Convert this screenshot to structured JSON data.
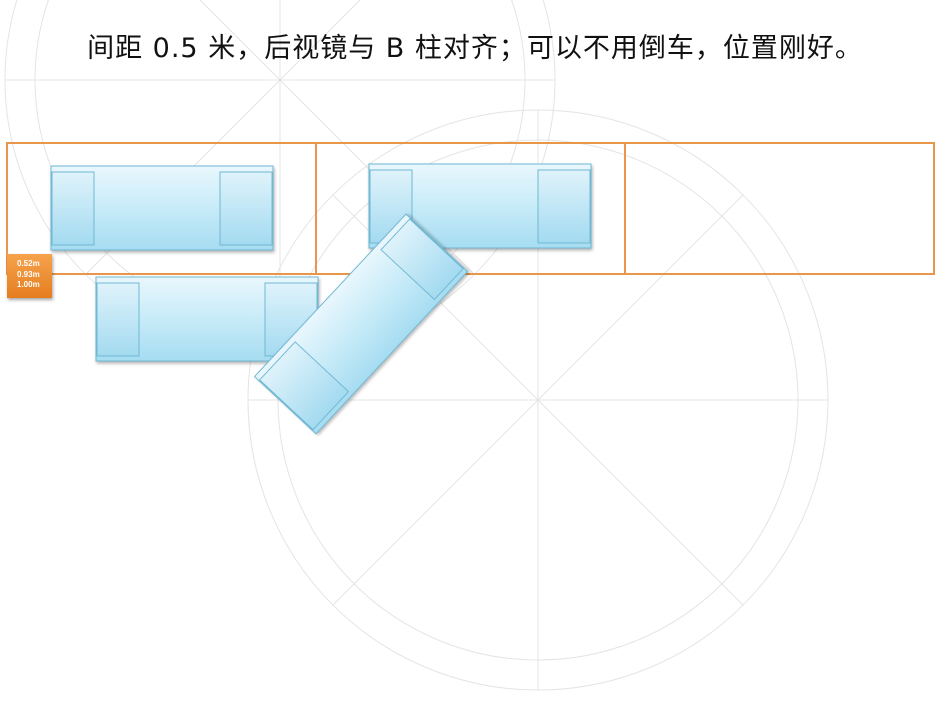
{
  "title": "间距 0.5 米，后视镜与 B 柱对齐；可以不用倒车，位置刚好。",
  "distance_badge": {
    "lines": [
      "0.52m",
      "0.93m",
      "1.00m"
    ]
  },
  "colors": {
    "slot_border": "#e8974a",
    "car_fill_light": "#e6f6fd",
    "car_fill_dark": "#a9dff3",
    "car_border": "#6fb8d3",
    "badge": "#ee8c32",
    "guide_lines": "#e3e3e3"
  }
}
